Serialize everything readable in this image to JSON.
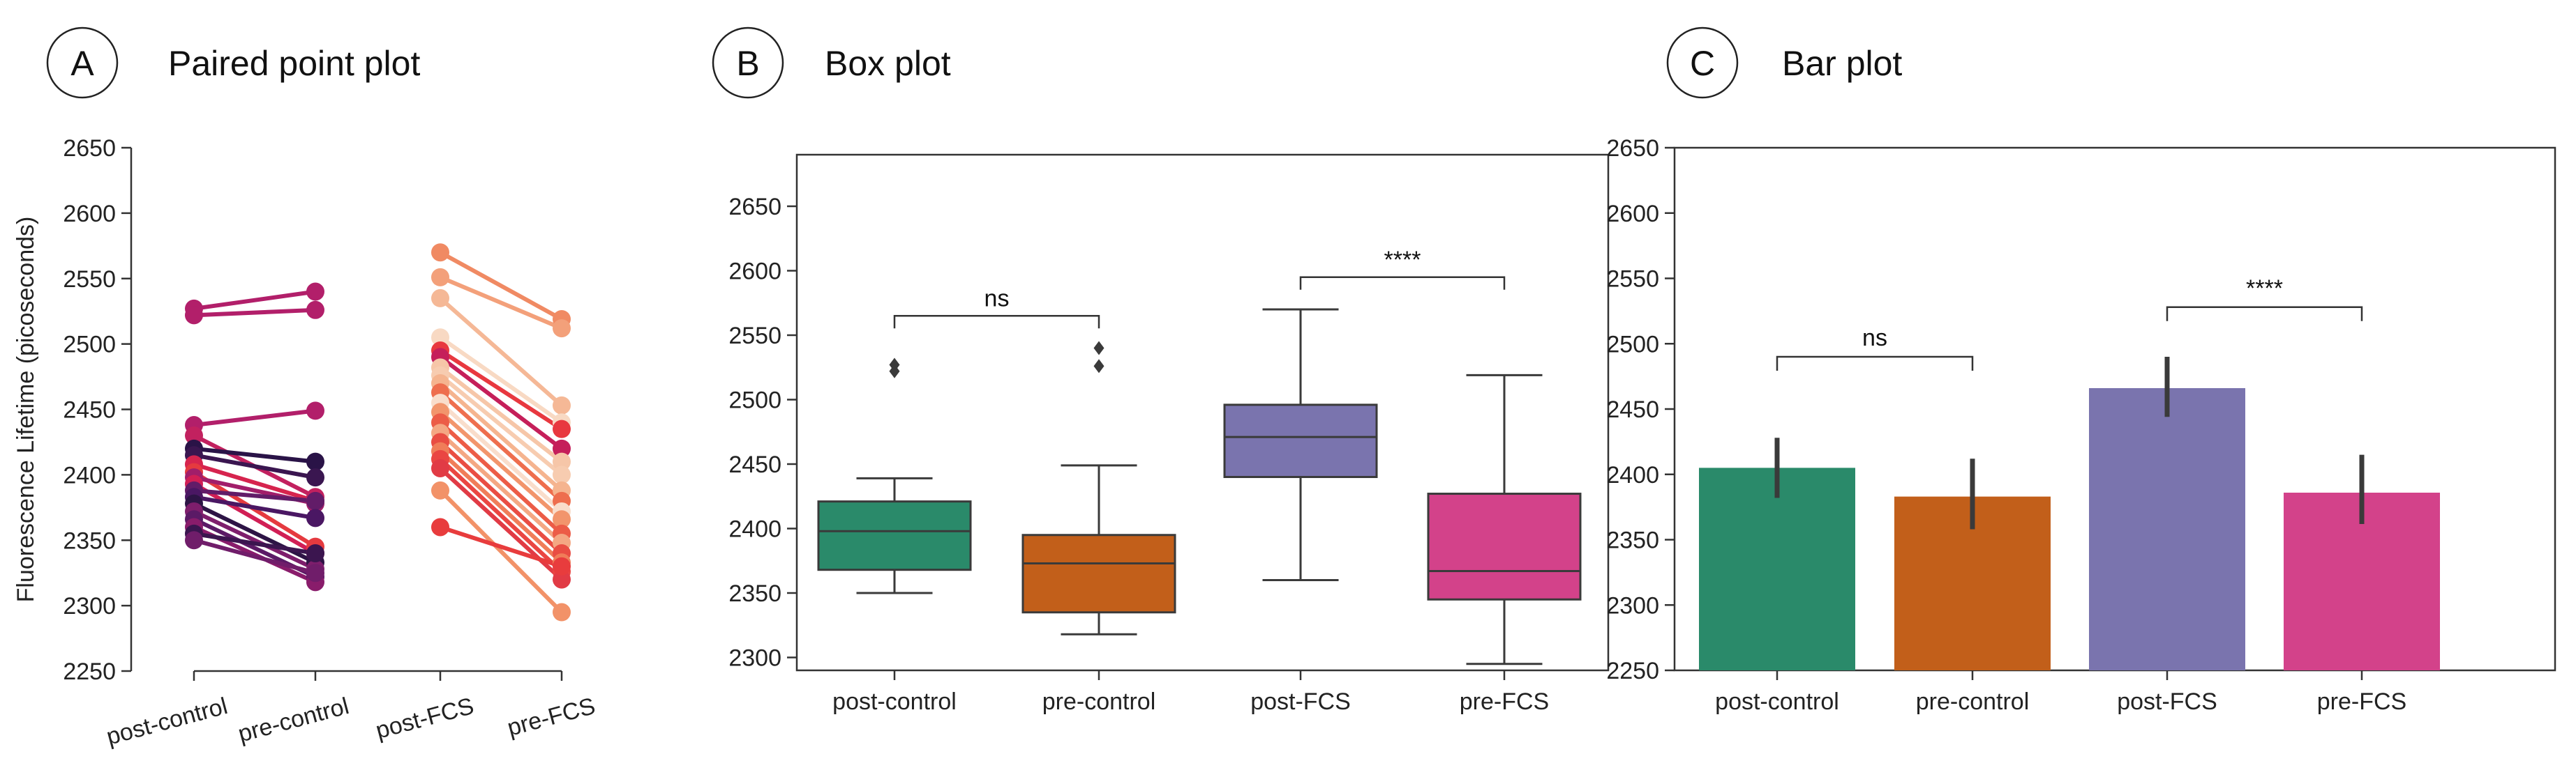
{
  "panels": [
    {
      "letter": "A",
      "title": "Paired point plot"
    },
    {
      "letter": "B",
      "title": "Box plot"
    },
    {
      "letter": "C",
      "title": "Bar plot"
    }
  ],
  "chart_data": [
    {
      "type": "scatter",
      "subtype": "paired-point",
      "ylabel": "Fluorescence Lifetime (picoseconds)",
      "ylim": [
        2250,
        2650
      ],
      "yticks": [
        2250,
        2300,
        2350,
        2400,
        2450,
        2500,
        2550,
        2600,
        2650
      ],
      "categories": [
        "post-control",
        "pre-control",
        "post-FCS",
        "pre-FCS"
      ],
      "grid": false,
      "control_pairs": [
        {
          "post": 2527,
          "pre": 2540,
          "color": "#b21f6a"
        },
        {
          "post": 2522,
          "pre": 2526,
          "color": "#b21f6a"
        },
        {
          "post": 2438,
          "pre": 2449,
          "color": "#b21f6a"
        },
        {
          "post": 2430,
          "pre": 2383,
          "color": "#c2215f"
        },
        {
          "post": 2420,
          "pre": 2410,
          "color": "#2a1347"
        },
        {
          "post": 2415,
          "pre": 2398,
          "color": "#3a1650"
        },
        {
          "post": 2408,
          "pre": 2380,
          "color": "#d6244e"
        },
        {
          "post": 2402,
          "pre": 2345,
          "color": "#e53a3f"
        },
        {
          "post": 2398,
          "pre": 2378,
          "color": "#a11e6a"
        },
        {
          "post": 2393,
          "pre": 2340,
          "color": "#d11f55"
        },
        {
          "post": 2388,
          "pre": 2380,
          "color": "#621c68"
        },
        {
          "post": 2383,
          "pre": 2367,
          "color": "#4a1763"
        },
        {
          "post": 2378,
          "pre": 2333,
          "color": "#2d1445"
        },
        {
          "post": 2372,
          "pre": 2328,
          "color": "#7e1e6c"
        },
        {
          "post": 2366,
          "pre": 2322,
          "color": "#5b1a66"
        },
        {
          "post": 2360,
          "pre": 2318,
          "color": "#891c6b"
        },
        {
          "post": 2355,
          "pre": 2340,
          "color": "#3b154f"
        },
        {
          "post": 2350,
          "pre": 2325,
          "color": "#701d6a"
        }
      ],
      "fcs_pairs": [
        {
          "post": 2570,
          "pre": 2519,
          "color": "#f08a63"
        },
        {
          "post": 2551,
          "pre": 2512,
          "color": "#f3a07a"
        },
        {
          "post": 2535,
          "pre": 2453,
          "color": "#f5b896"
        },
        {
          "post": 2505,
          "pre": 2440,
          "color": "#f8d9c3"
        },
        {
          "post": 2495,
          "pre": 2435,
          "color": "#e8383f"
        },
        {
          "post": 2490,
          "pre": 2420,
          "color": "#c51f5a"
        },
        {
          "post": 2482,
          "pre": 2410,
          "color": "#f6c6a8"
        },
        {
          "post": 2476,
          "pre": 2400,
          "color": "#f7ccb0"
        },
        {
          "post": 2470,
          "pre": 2388,
          "color": "#f5b48f"
        },
        {
          "post": 2463,
          "pre": 2380,
          "color": "#ee6e4e"
        },
        {
          "post": 2455,
          "pre": 2372,
          "color": "#f9ddcb"
        },
        {
          "post": 2448,
          "pre": 2366,
          "color": "#f2956c"
        },
        {
          "post": 2440,
          "pre": 2355,
          "color": "#ec5c47"
        },
        {
          "post": 2432,
          "pre": 2348,
          "color": "#f4a783"
        },
        {
          "post": 2425,
          "pre": 2340,
          "color": "#e94d43"
        },
        {
          "post": 2418,
          "pre": 2333,
          "color": "#f07d59"
        },
        {
          "post": 2412,
          "pre": 2326,
          "color": "#ea4642"
        },
        {
          "post": 2405,
          "pre": 2320,
          "color": "#e13b45"
        },
        {
          "post": 2388,
          "pre": 2295,
          "color": "#f29268"
        },
        {
          "post": 2360,
          "pre": 2330,
          "color": "#e83c3d"
        }
      ]
    },
    {
      "type": "box",
      "ylim": [
        2290,
        2690
      ],
      "yticks": [
        2300,
        2350,
        2400,
        2450,
        2500,
        2550,
        2600,
        2650
      ],
      "categories": [
        "post-control",
        "pre-control",
        "post-FCS",
        "pre-FCS"
      ],
      "grid": false,
      "boxes": [
        {
          "category": "post-control",
          "color": "#2a8a6a",
          "whisker_low": 2350,
          "q1": 2368,
          "median": 2398,
          "q3": 2421,
          "whisker_high": 2439,
          "outliers": [
            2522,
            2527
          ]
        },
        {
          "category": "pre-control",
          "color": "#c25f1a",
          "whisker_low": 2318,
          "q1": 2335,
          "median": 2373,
          "q3": 2395,
          "whisker_high": 2449,
          "outliers": [
            2526,
            2540
          ]
        },
        {
          "category": "post-FCS",
          "color": "#7a74ae",
          "whisker_low": 2360,
          "q1": 2440,
          "median": 2471,
          "q3": 2496,
          "whisker_high": 2570,
          "outliers": []
        },
        {
          "category": "pre-FCS",
          "color": "#d3428a",
          "whisker_low": 2295,
          "q1": 2345,
          "median": 2367,
          "q3": 2427,
          "whisker_high": 2519,
          "outliers": []
        }
      ],
      "annotations": [
        {
          "from": 0,
          "to": 1,
          "y": 2565,
          "label": "ns"
        },
        {
          "from": 2,
          "to": 3,
          "y": 2595,
          "label": "****"
        }
      ]
    },
    {
      "type": "bar",
      "ylim": [
        2250,
        2650
      ],
      "yticks": [
        2250,
        2300,
        2350,
        2400,
        2450,
        2500,
        2550,
        2600,
        2650
      ],
      "categories": [
        "post-control",
        "pre-control",
        "post-FCS",
        "pre-FCS"
      ],
      "grid": false,
      "values": [
        2405,
        2383,
        2466,
        2386
      ],
      "errors": [
        [
          2382,
          2428
        ],
        [
          2358,
          2412
        ],
        [
          2444,
          2490
        ],
        [
          2362,
          2415
        ]
      ],
      "colors": [
        "#2a8a6a",
        "#c25f1a",
        "#7a74ae",
        "#d3428a"
      ],
      "annotations": [
        {
          "from": 0,
          "to": 1,
          "y": 2490,
          "label": "ns"
        },
        {
          "from": 2,
          "to": 3,
          "y": 2528,
          "label": "****"
        }
      ]
    }
  ]
}
